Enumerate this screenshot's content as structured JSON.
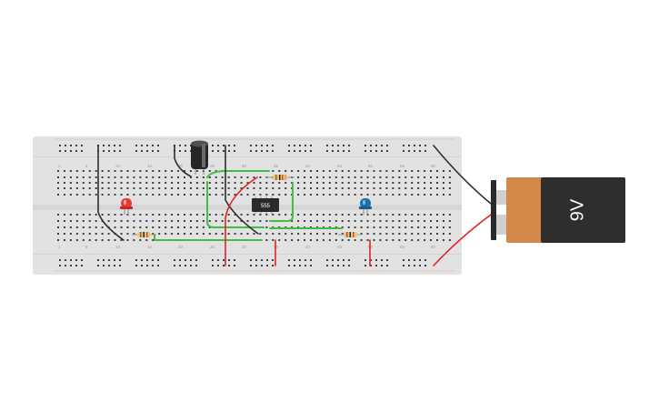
{
  "ic": {
    "label": "555"
  },
  "battery": {
    "label": "9V"
  },
  "breadboard": {
    "column_numbers": [
      "1",
      "5",
      "10",
      "15",
      "20",
      "25",
      "30",
      "35",
      "40",
      "45",
      "50",
      "55",
      "60"
    ]
  },
  "colors": {
    "board": "#e2e2e2",
    "hole": "#3e3e3e",
    "wire_green": "#3fbf3f",
    "wire_red": "#e02525",
    "wire_black": "#2f2f2f",
    "battery_body": "#d3894a",
    "battery_cap": "#2e2e2e"
  }
}
